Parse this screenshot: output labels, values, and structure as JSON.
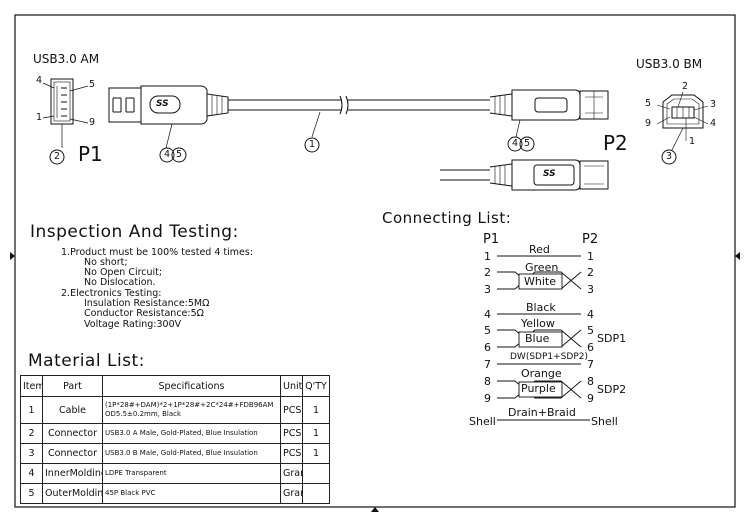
{
  "connectors": {
    "p1_title": "USB3.0  AM",
    "p2_title": "USB3.0  BM",
    "p1_label": "P1",
    "p2_label": "P2",
    "p1_pins": [
      "4",
      "5",
      "1",
      "9"
    ],
    "p2_pins": [
      "2",
      "5",
      "3",
      "9",
      "4",
      "1"
    ],
    "balloon_2": "2",
    "balloon_3": "3",
    "balloon_1": "1",
    "balloon_45a": "4",
    "balloon_45b": "5",
    "logo_text": "SS"
  },
  "inspection": {
    "title": "Inspection  And  Testing:",
    "lines": [
      "1.Product must be 100% tested 4 times:",
      "No short;",
      "No Open Circuit;",
      "No Dislocation.",
      "2.Electronics Testing:",
      "Insulation Resistance:5MΩ",
      "Conductor Resistance:5Ω",
      "Voltage Rating:300V"
    ]
  },
  "connecting": {
    "title": "Connecting  List:",
    "p1": "P1",
    "p2": "P2",
    "wires": [
      {
        "left": "1",
        "right": "1",
        "label": "Red"
      },
      {
        "left": "2",
        "right": "2",
        "label": "Green"
      },
      {
        "left": "3",
        "right": "3",
        "label": "White"
      },
      {
        "left": "4",
        "right": "4",
        "label": "Black"
      },
      {
        "left": "5",
        "right": "5",
        "label": "Yellow"
      },
      {
        "left": "6",
        "right": "6",
        "label": "Blue"
      },
      {
        "left": "7",
        "right": "7",
        "label": "DW(SDP1+SDP2)"
      },
      {
        "left": "8",
        "right": "8",
        "label": "Orange"
      },
      {
        "left": "9",
        "right": "9",
        "label": "Purple"
      }
    ],
    "sdp1": "SDP1",
    "sdp2": "SDP2",
    "shell_left": "Shell",
    "shell_right": "Shell",
    "shell_label": "Drain+Braid"
  },
  "material": {
    "title": "Material  List:",
    "headers": [
      "Item",
      "Part",
      "Specifications",
      "Unit",
      "Q'TY"
    ],
    "rows": [
      {
        "item": "1",
        "part": "Cable",
        "spec": "(1P*28#+DAM)*2+1P*28#+2C*24#+FDB96AM OD5.5±0.2mm, Black",
        "unit": "PCS",
        "qty": "1"
      },
      {
        "item": "2",
        "part": "Connector",
        "spec": "USB3.0 A Male, Gold-Plated, Blue Insulation",
        "unit": "PCS",
        "qty": "1"
      },
      {
        "item": "3",
        "part": "Connector",
        "spec": "USB3.0 B Male, Gold-Plated, Blue Insulation",
        "unit": "PCS",
        "qty": "1"
      },
      {
        "item": "4",
        "part": "InnerMolding",
        "spec": "LDPE Transparent",
        "unit": "Gram",
        "qty": ""
      },
      {
        "item": "5",
        "part": "OuterMolding",
        "spec": "45P Black PVC",
        "unit": "Gram",
        "qty": ""
      }
    ]
  }
}
